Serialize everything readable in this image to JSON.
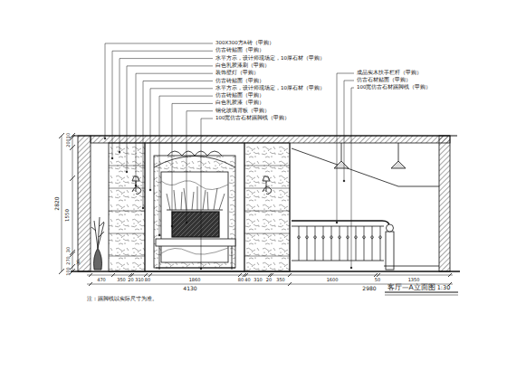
{
  "diagram": {
    "title": "客厅—A立面图",
    "labels": [
      "300X300方A砖（甲购）",
      "仿古砖贴面（甲购）",
      "水平方示，设计师现场定，10厚石材（甲购）",
      "白色乳胶漆刷（甲购）",
      "装饰壁灯（甲购）",
      "仿古砖贴面（甲购）",
      "水平方示，设计师现场定，10厚石材（甲购）",
      "仿古砖贴面（甲购）",
      "白色乳胶漆（甲购）",
      "钢化玻璃背板（甲购）",
      "100宽仿古石材踢脚线（甲购）",
      "成品实木扶手栏杆（甲购）",
      "仿古石材贴面（甲购）",
      "100宽仿古石材踢脚线（甲购）",
      "10",
      "200",
      "2820",
      "1550",
      "30",
      "270",
      "30",
      "100",
      "470",
      "350",
      "20",
      "310",
      "80",
      "1860",
      "80",
      "40",
      "310",
      "20",
      "350",
      "1600",
      "50",
      "1350",
      "4130",
      "2980",
      "1:30",
      "注：踢脚线以实际尺寸为准。"
    ]
  }
}
